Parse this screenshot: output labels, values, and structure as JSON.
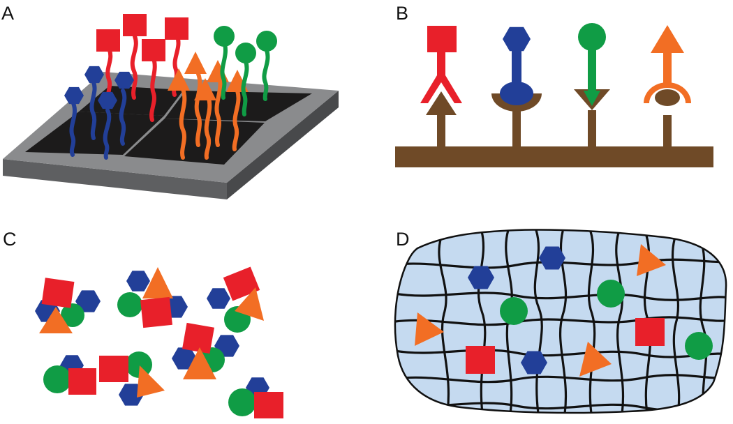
{
  "figure": {
    "panels": [
      {
        "id": "A",
        "label": "A"
      },
      {
        "id": "B",
        "label": "B"
      },
      {
        "id": "C",
        "label": "C"
      },
      {
        "id": "D",
        "label": "D"
      }
    ]
  },
  "colors": {
    "red": "#e8202a",
    "blue": "#223f98",
    "green": "#109c45",
    "orange": "#f26e24",
    "brown": "#6f4a27",
    "chip_gray": "#8a8b8d",
    "chip_dark": "#1c1b1b",
    "gel_fill": "#c5daf0",
    "fiber": "#111111"
  },
  "icons": {
    "shapes": [
      "square",
      "hexagon",
      "circle",
      "triangle"
    ]
  }
}
